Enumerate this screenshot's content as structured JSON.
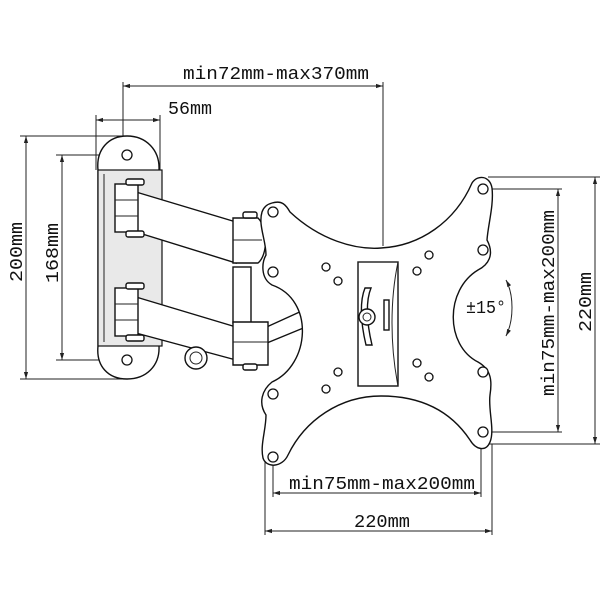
{
  "title": "TV wall mount dimension drawing",
  "dimensions": {
    "arm_extension": "min72mm-max370mm",
    "wall_plate_depth": "56mm",
    "wall_plate_height": "200mm",
    "wall_hole_spacing": "168mm",
    "vesa_vertical": "min75mm-max200mm",
    "plate_height": "220mm",
    "vesa_horizontal": "min75mm-max200mm",
    "plate_width": "220mm",
    "tilt": "±15°"
  }
}
